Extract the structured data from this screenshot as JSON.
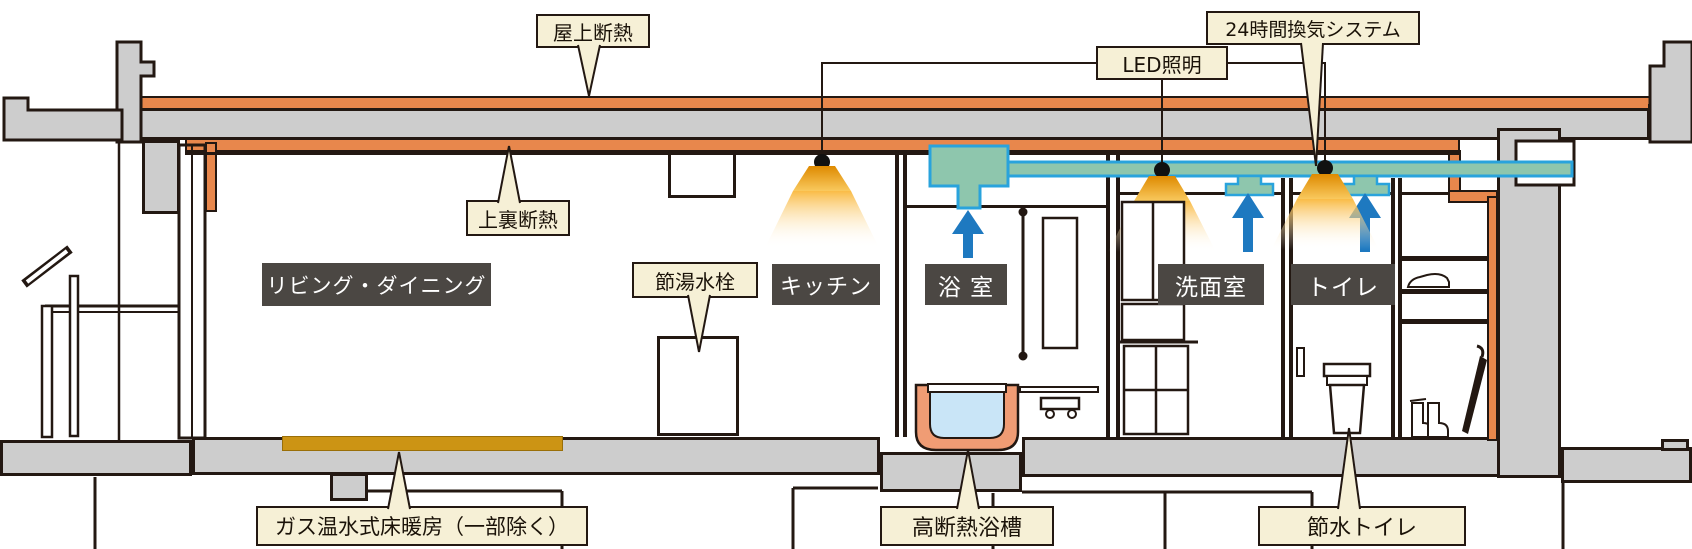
{
  "callouts": {
    "roof_insulation": "屋上断熱",
    "ventilation_24h": "24時間換気システム",
    "led_lighting": "LED照明",
    "ceiling_insulation": "上裏断熱",
    "water_saving_faucet": "節湯水栓",
    "gas_floor_heating": "ガス温水式床暖房（一部除く）",
    "insulated_bathtub": "高断熱浴槽",
    "water_saving_toilet": "節水トイレ"
  },
  "rooms": {
    "living_dining": "リビング・ダイニング",
    "kitchen": "キッチン",
    "bathroom": "浴 室",
    "washroom": "洗面室",
    "toilet": "トイレ"
  },
  "colors": {
    "insulation_orange": "#E8874C",
    "concrete_gray": "#CDCDCD",
    "outline": "#231812",
    "callout_bg": "#F6F0D6",
    "badge_bg": "#4B4743",
    "duct_fill": "#8EC6AD",
    "duct_border": "#29A3DC",
    "airflow_arrow_blue": "#1E79C0",
    "lamp_orange": "#F0A01E",
    "lamp_glow": "#F9B83C",
    "bathtub_shell": "#F09C74",
    "bath_water": "#C9E5F7",
    "floor_heating_gold": "#CC9414"
  },
  "icons": [
    "led-lamp-icon",
    "airflow-arrow-icon",
    "duct-icon",
    "fan-unit-icon",
    "vent-outlet-icon",
    "bathtub-icon",
    "toilet-icon",
    "shower-rail-icon",
    "sneaker-icon",
    "boots-icon",
    "umbrella-icon",
    "laundry-pole-icon",
    "vanity-cabinet-icon",
    "kitchen-counter-icon"
  ]
}
